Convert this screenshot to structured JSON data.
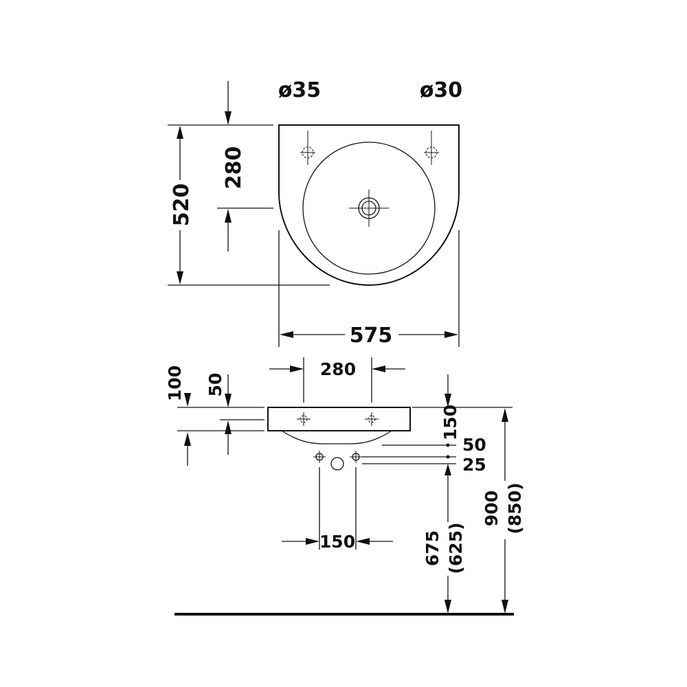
{
  "top_view": {
    "tap_hole_left": "ø35",
    "tap_hole_right": "ø30",
    "depth_total": "520",
    "depth_to_drain": "280",
    "width": "575"
  },
  "side_view": {
    "tap_spacing": "280",
    "dim_100": "100",
    "dim_50_left": "50",
    "dim_150_right": "150",
    "dim_50_right": "50",
    "dim_25": "25",
    "trap_spacing": "150",
    "height_trap": "675",
    "height_trap_alt": "(625)",
    "height_rim": "900",
    "height_rim_alt": "(850)"
  }
}
